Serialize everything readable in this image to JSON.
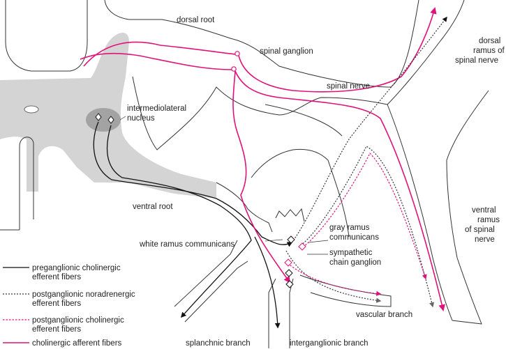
{
  "labels": {
    "dorsal_root": "dorsal root",
    "spinal_ganglion": "spinal ganglion",
    "dorsal_ramus_1": "dorsal",
    "dorsal_ramus_2": "ramus of",
    "dorsal_ramus_3": "spinal nerve",
    "spinal_nerve": "spinal nerve",
    "intermediolateral_1": "intermediolateral",
    "intermediolateral_2": "nucleus",
    "ventral_root": "ventral root",
    "white_ramus": "white ramus communicans",
    "gray_ramus_1": "gray ramus",
    "gray_ramus_2": "communicans",
    "sympathetic_1": "sympathetic",
    "sympathetic_2": "chain ganglion",
    "ventral_ramus_1": "ventral",
    "ventral_ramus_2": "ramus",
    "ventral_ramus_3": "of spinal",
    "ventral_ramus_4": "nerve",
    "vascular_branch": "vascular branch",
    "splanchnic_branch": "splanchnic branch",
    "interganglionic_branch": "interganglionic branch"
  },
  "legend": [
    {
      "line1": "preganglionic cholinergic",
      "line2": "efferent fibers",
      "style": "solid-black"
    },
    {
      "line1": "postganglionic noradrenergic",
      "line2": "efferent fibers",
      "style": "dotted-black"
    },
    {
      "line1": "postganglionic cholinergic",
      "line2": "efferent fibers",
      "style": "dotted-magenta"
    },
    {
      "line1": "cholinergic afferent fibers",
      "line2": "",
      "style": "solid-magenta"
    }
  ],
  "colors": {
    "magenta": "#e0127a",
    "black": "#111111",
    "gray_matter": "#d4d4d4",
    "nucleus": "#9a9a9a"
  }
}
